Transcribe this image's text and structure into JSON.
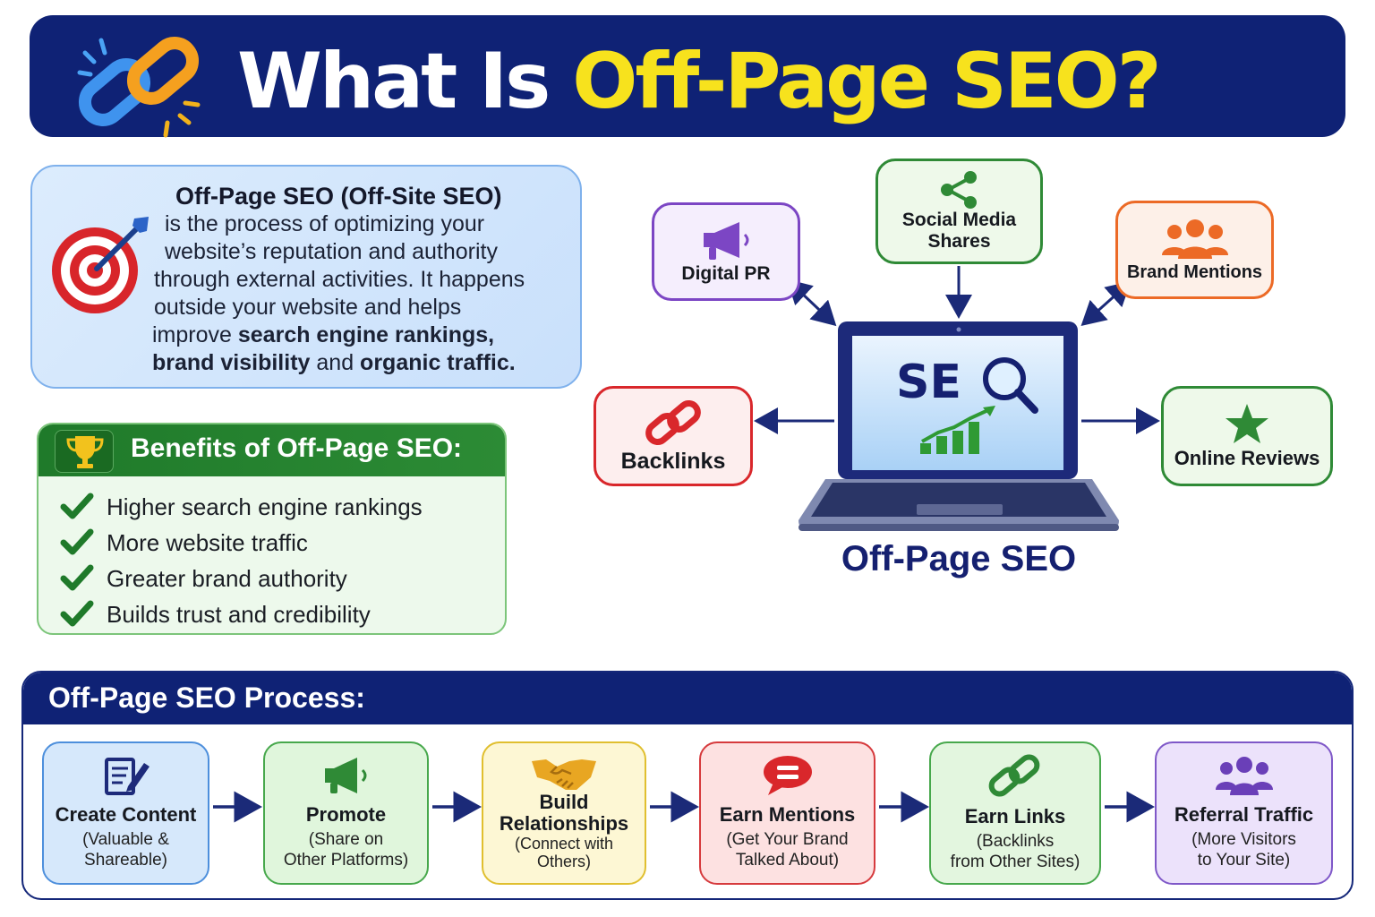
{
  "header": {
    "title_part1": "What Is ",
    "title_part2": "Off-Page SEO?"
  },
  "definition": {
    "title": "Off-Page SEO (Off-Site SEO)",
    "line1": "is the process of optimizing your",
    "line2": "website’s reputation and authority",
    "line3": "through external activities. It happens",
    "line4": "outside your website and helps",
    "line5_plain": "improve ",
    "line5_bold": "search engine rankings,",
    "line6_bold1": "brand visibility",
    "line6_plain": " and ",
    "line6_bold2": "organic traffic."
  },
  "benefits": {
    "title": "Benefits of Off-Page SEO:",
    "items": [
      "Higher search engine rankings",
      "More website traffic",
      "Greater brand authority",
      "Builds trust and credibility"
    ]
  },
  "diagram": {
    "center_label": "Off-Page SEO",
    "screen_text": "SE",
    "nodes": {
      "digital_pr": "Digital PR",
      "social_line1": "Social Media",
      "social_line2": "Shares",
      "brand_mentions": "Brand Mentions",
      "backlinks": "Backlinks",
      "online_reviews": "Online Reviews"
    }
  },
  "process": {
    "title": "Off-Page SEO Process:",
    "steps": [
      {
        "title": "Create Content",
        "sub1": "(Valuable &",
        "sub2": "Shareable)",
        "icon": "edit-document-icon"
      },
      {
        "title": "Promote",
        "sub1": "(Share on",
        "sub2": "Other Platforms)",
        "icon": "megaphone-icon"
      },
      {
        "title_line1": "Build",
        "title_line2": "Relationships",
        "sub1": "(Connect with",
        "sub2": "Others)",
        "icon": "handshake-icon"
      },
      {
        "title": "Earn Mentions",
        "sub1": "(Get Your Brand",
        "sub2": "Talked About)",
        "icon": "speech-bubble-icon"
      },
      {
        "title": "Earn Links",
        "sub1": "(Backlinks",
        "sub2": "from Other Sites)",
        "icon": "chain-link-icon"
      },
      {
        "title": "Referral Traffic",
        "sub1": "(More Visitors",
        "sub2": "to Your Site)",
        "icon": "group-people-icon"
      }
    ]
  },
  "colors": {
    "navy": "#0f2275",
    "yellow": "#f7e21d",
    "green": "#2f8a36",
    "red": "#d9272b",
    "purple": "#7c46c4",
    "orange": "#ec6a26"
  }
}
